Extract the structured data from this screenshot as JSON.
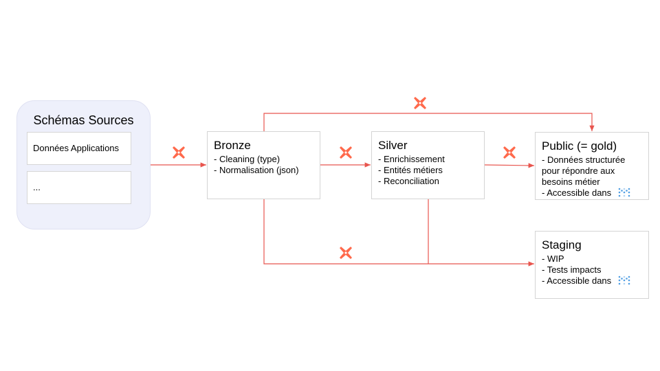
{
  "sources": {
    "title": "Schémas Sources",
    "items": [
      {
        "label": "Données Applications"
      },
      {
        "label": "..."
      }
    ]
  },
  "layers": {
    "bronze": {
      "title": "Bronze",
      "lines": [
        "- Cleaning (type)",
        "- Normalisation (json)"
      ]
    },
    "silver": {
      "title": "Silver",
      "lines": [
        "- Enrichissement",
        "- Entités métiers",
        "- Reconciliation"
      ]
    },
    "public": {
      "title": "Public (= gold)",
      "lines": [
        "- Données structurée",
        "pour répondre aux",
        "besoins métier",
        "- Accessible dans"
      ]
    },
    "staging": {
      "title": "Staging",
      "lines": [
        "- WIP",
        "- Tests impacts",
        "- Accessible dans"
      ]
    }
  },
  "icons": {
    "transform": "dbt-icon",
    "bi_tool": "metabase-icon"
  },
  "colors": {
    "connector": "#e8554e",
    "transform_icon": "#ff694b",
    "bi_icon": "#509ee3",
    "group_background": "#eef0fb"
  }
}
